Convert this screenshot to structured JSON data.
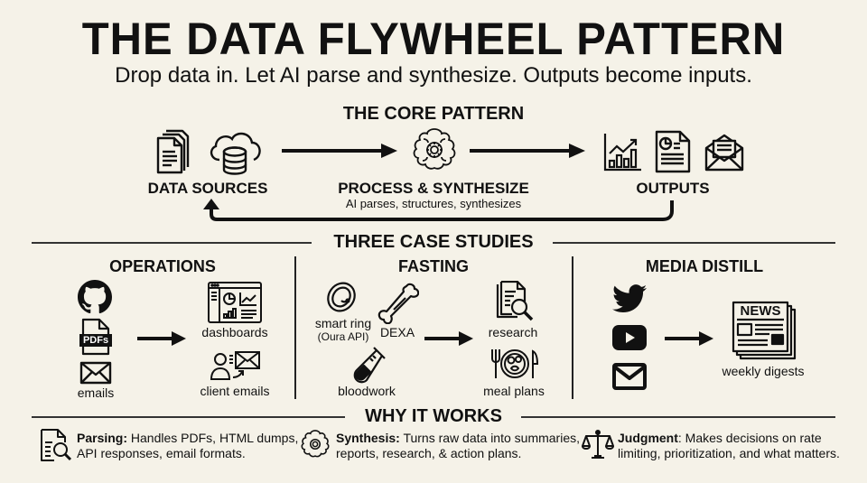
{
  "header": {
    "title": "THE DATA FLYWHEEL PATTERN",
    "subtitle": "Drop data in. Let AI parse and synthesize. Outputs become inputs."
  },
  "core_pattern": {
    "heading": "THE CORE PATTERN",
    "nodes": [
      {
        "label": "DATA SOURCES",
        "icons": [
          "documents-icon",
          "cloud-database-icon"
        ]
      },
      {
        "label": "PROCESS & SYNTHESIZE",
        "caption": "AI parses, structures, synthesizes",
        "icons": [
          "brain-gear-icon"
        ]
      },
      {
        "label": "OUTPUTS",
        "icons": [
          "bar-chart-icon",
          "report-icon",
          "open-envelope-icon"
        ]
      }
    ],
    "feedback_loop": "outputs-to-data-sources"
  },
  "case_studies": {
    "heading": "THREE CASE STUDIES",
    "items": [
      {
        "title": "OPERATIONS",
        "inputs": [
          {
            "icon": "github-icon",
            "label": ""
          },
          {
            "icon": "pdf-icon",
            "label": "PDFs"
          },
          {
            "icon": "email-icon",
            "label": "emails"
          }
        ],
        "outputs": [
          {
            "icon": "dashboard-icon",
            "label": "dashboards"
          },
          {
            "icon": "client-email-icon",
            "label": "client emails"
          }
        ]
      },
      {
        "title": "FASTING",
        "inputs": [
          {
            "icon": "smart-ring-icon",
            "label": "smart ring",
            "sublabel": "(Oura API)"
          },
          {
            "icon": "bone-icon",
            "label": "DEXA"
          },
          {
            "icon": "test-tube-icon",
            "label": "bloodwork"
          }
        ],
        "outputs": [
          {
            "icon": "research-icon",
            "label": "research"
          },
          {
            "icon": "meal-plate-icon",
            "label": "meal plans"
          }
        ]
      },
      {
        "title": "MEDIA DISTILL",
        "inputs": [
          {
            "icon": "twitter-icon",
            "label": ""
          },
          {
            "icon": "youtube-icon",
            "label": ""
          },
          {
            "icon": "gmail-icon",
            "label": ""
          }
        ],
        "outputs": [
          {
            "icon": "newspaper-icon",
            "label": "weekly digests",
            "badge": "NEWS"
          }
        ]
      }
    ]
  },
  "why_it_works": {
    "heading": "WHY IT WORKS",
    "items": [
      {
        "icon": "document-search-icon",
        "term": "Parsing:",
        "line1": " Handles PDFs, HTML dumps,",
        "line2": "API responses, email formats."
      },
      {
        "icon": "brain-gear-icon",
        "term": "Synthesis:",
        "line1": " Turns raw data into summaries,",
        "line2": "reports, research, & action plans."
      },
      {
        "icon": "scales-icon",
        "term": "Judgment",
        "line1": ": Makes decisions on rate",
        "line2": "limiting, prioritization, and what matters."
      }
    ]
  },
  "colors": {
    "background": "#f5f2e8",
    "ink": "#111111",
    "rule": "#333333"
  }
}
